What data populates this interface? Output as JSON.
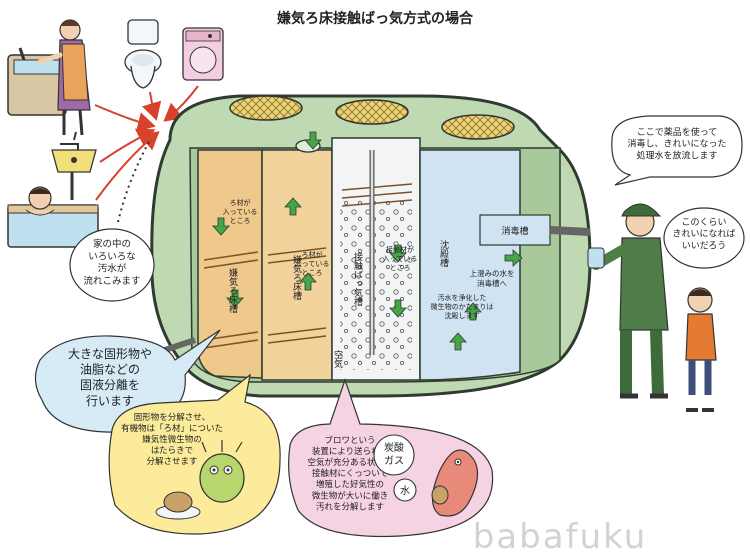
{
  "title": "嫌気ろ床接触ばっ気方式の場合",
  "colors": {
    "tank_shell": "#bfd9b2",
    "tank_outline": "#2f3b2f",
    "anaerobic_chamber": "#efc88c",
    "aeration_chamber": "#f2f4f6",
    "settling_chamber": "#cfe3f2",
    "arrow_green": "#46a548",
    "arrow_red": "#d9412c",
    "note_yellow": "#fbeb9a",
    "note_blue": "#d7ebf7",
    "note_pink": "#f6d3e3",
    "cap": "#e9d37c"
  },
  "tank_labels": {
    "chamber1": "嫌気ろ床槽",
    "chamber2": "嫌気ろ床槽",
    "chamber3": "接触ばっ気槽",
    "chamber4": "沈殿槽",
    "chamber5": "消毒槽",
    "air": "空気",
    "media1": "ろ材が\n入っている\nところ",
    "media2": "ろ材が\n入っている\nところ",
    "media3": "接触材が\n入っている\nところ",
    "settling_note": "汚水を浄化した\n微生物のかたまりは\n沈殿します",
    "to_disinfection": "上澄みの水を\n消毒槽へ"
  },
  "callouts": {
    "household": "家の中の\nいろいろな\n汚水が\n流れこみます",
    "separation": "大きな固形物や\n油脂などの\n固液分離を\n行います",
    "anaerobic_note": "固形物を分解させ、\n有機物は「ろ材」についた\n嫌気性微生物の\nはたらきで\n分解させます",
    "aerobic_note": "ブロワという\n装置により送られる\n空気が充分ある状態で\n接触材にくっついて\n増殖した好気性の\n微生物が大いに働き\n汚れを分解します",
    "co2": "炭酸\nガス",
    "water": "水",
    "discharge": "ここで薬品を使って\n消毒し、きれいになった\n処理水を放流します",
    "boy": "このくらい\nきれいになれば\nいいだろう"
  },
  "watermark": "babafuku"
}
